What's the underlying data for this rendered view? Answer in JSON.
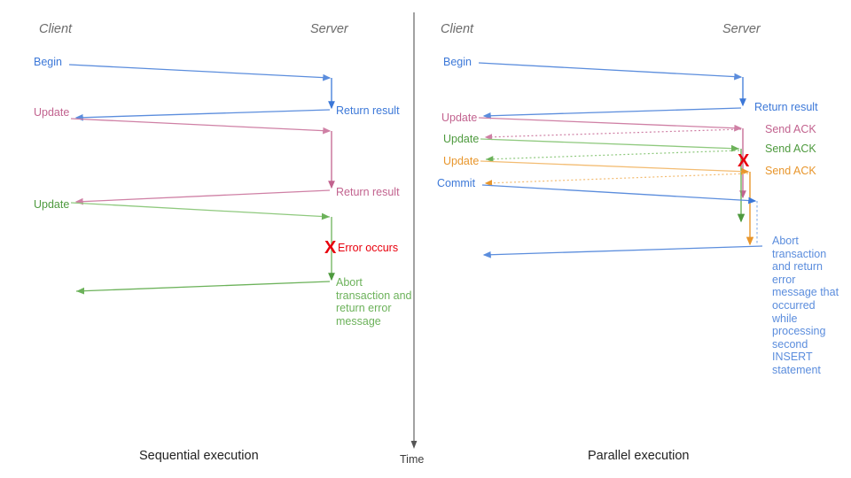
{
  "diagram": {
    "title_implied": "Sequential vs Parallel execution sequence diagram",
    "colors": {
      "blue": "#3c78d8",
      "blue_light": "#6d9eeb",
      "pink": "#c2638f",
      "pink_light": "#d99ebc",
      "green": "#4e9a3e",
      "green_light": "#8fc97e",
      "orange": "#e8962c",
      "orange_light": "#f3bc72",
      "red": "#e8000d",
      "axis": "#555555",
      "lane": "#6b6b6b",
      "caption": "#222222"
    },
    "time_axis": {
      "label": "Time"
    },
    "panels": [
      {
        "id": "sequential",
        "caption": "Sequential execution",
        "lanes": {
          "client": "Client",
          "server": "Server"
        },
        "messages": [
          {
            "id": "seq-begin",
            "label": "Begin",
            "color": "blue",
            "side": "client"
          },
          {
            "id": "seq-return-1",
            "label": "Return result",
            "color": "blue",
            "side": "server"
          },
          {
            "id": "seq-update-1",
            "label": "Update",
            "color": "pink",
            "side": "client"
          },
          {
            "id": "seq-return-2",
            "label": "Return result",
            "color": "pink",
            "side": "server"
          },
          {
            "id": "seq-update-2",
            "label": "Update",
            "color": "green",
            "side": "client"
          },
          {
            "id": "seq-error",
            "label": "Error occurs",
            "color": "red",
            "side": "server"
          },
          {
            "id": "seq-abort",
            "label": "Abort transaction and return error message",
            "color": "green",
            "side": "server"
          }
        ],
        "error_marker": "X"
      },
      {
        "id": "parallel",
        "caption": "Parallel execution",
        "lanes": {
          "client": "Client",
          "server": "Server"
        },
        "messages": [
          {
            "id": "par-begin",
            "label": "Begin",
            "color": "blue",
            "side": "client"
          },
          {
            "id": "par-return",
            "label": "Return result",
            "color": "blue",
            "side": "server"
          },
          {
            "id": "par-update-1",
            "label": "Update",
            "color": "pink",
            "side": "client"
          },
          {
            "id": "par-ack-1",
            "label": "Send ACK",
            "color": "pink",
            "side": "server"
          },
          {
            "id": "par-update-2",
            "label": "Update",
            "color": "green",
            "side": "client"
          },
          {
            "id": "par-ack-2",
            "label": "Send ACK",
            "color": "green",
            "side": "server"
          },
          {
            "id": "par-update-3",
            "label": "Update",
            "color": "orange",
            "side": "client"
          },
          {
            "id": "par-ack-3",
            "label": "Send ACK",
            "color": "orange",
            "side": "server"
          },
          {
            "id": "par-commit",
            "label": "Commit",
            "color": "blue",
            "side": "client"
          },
          {
            "id": "par-abort",
            "label": "Abort transaction and return error message that occurred while processing second INSERT statement",
            "color": "blue",
            "side": "server"
          }
        ],
        "error_marker": "X"
      }
    ]
  }
}
